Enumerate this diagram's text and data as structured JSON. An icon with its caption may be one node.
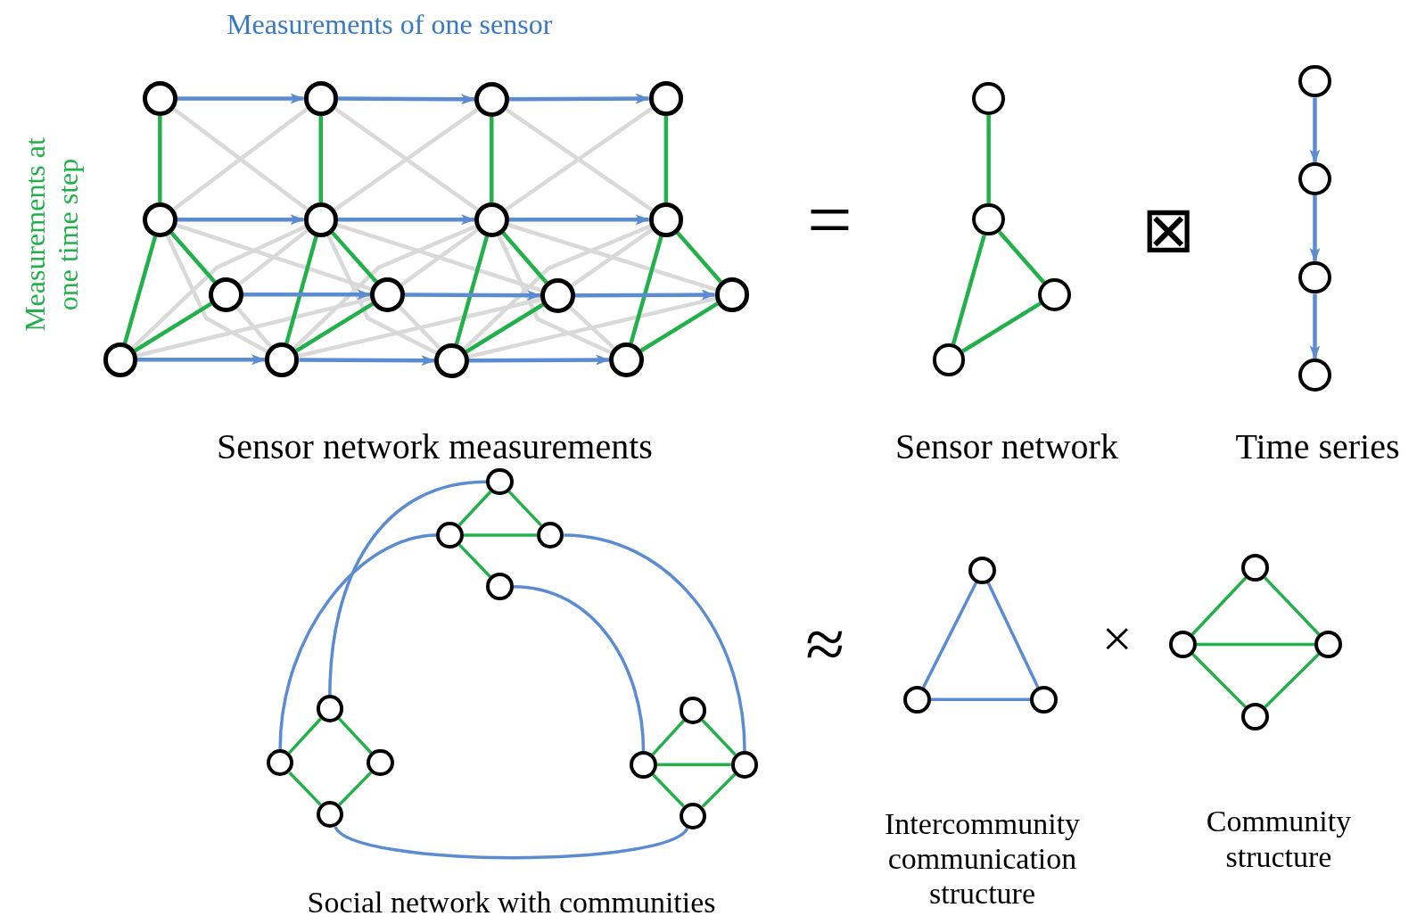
{
  "diagram": {
    "nodes": [
      {
        "text": [],
        "shape": "circle"
      },
      {
        "text": [],
        "shape": "circle"
      },
      {
        "text": [],
        "shape": "circle"
      },
      {
        "text": [],
        "shape": "circle"
      },
      {
        "text": [],
        "shape": "circle"
      },
      {
        "text": [],
        "shape": "circle"
      },
      {
        "text": [],
        "shape": "circle"
      },
      {
        "text": [],
        "shape": "circle"
      },
      {
        "text": [],
        "shape": "circle"
      },
      {
        "text": [],
        "shape": "circle"
      },
      {
        "text": [],
        "shape": "circle"
      },
      {
        "text": [],
        "shape": "circle"
      },
      {
        "text": [],
        "shape": "circle"
      },
      {
        "text": [],
        "shape": "circle"
      },
      {
        "text": [],
        "shape": "circle"
      },
      {
        "text": [],
        "shape": "circle"
      },
      {
        "text": [],
        "shape": "circle"
      },
      {
        "text": [],
        "shape": "circle"
      },
      {
        "text": [],
        "shape": "circle"
      },
      {
        "text": [],
        "shape": "circle"
      },
      {
        "text": [],
        "shape": "circle"
      },
      {
        "text": [],
        "shape": "circle"
      },
      {
        "text": [],
        "shape": "circle"
      },
      {
        "text": [],
        "shape": "circle"
      },
      {
        "text": [],
        "shape": "circle"
      },
      {
        "text": [],
        "shape": "circle"
      },
      {
        "text": [],
        "shape": "circle"
      },
      {
        "text": [],
        "shape": "circle"
      },
      {
        "text": [],
        "shape": "circle"
      },
      {
        "text": [],
        "shape": "circle"
      },
      {
        "text": [],
        "shape": "circle"
      },
      {
        "text": [],
        "shape": "circle"
      },
      {
        "text": [],
        "shape": "circle"
      },
      {
        "text": [],
        "shape": "circle"
      },
      {
        "text": [],
        "shape": "circle"
      },
      {
        "text": [],
        "shape": "circle"
      },
      {
        "text": [],
        "shape": "circle"
      },
      {
        "text": [],
        "shape": "circle"
      },
      {
        "text": [],
        "shape": "circle"
      },
      {
        "text": [],
        "shape": "circle"
      },
      {
        "text": [],
        "shape": "circle"
      },
      {
        "text": [],
        "shape": "circle"
      },
      {
        "text": [],
        "shape": "circle"
      }
    ],
    "edges": [
      {
        "from": 0,
        "to": 5,
        "arrow": "none",
        "color": "#d9d9d9"
      },
      {
        "from": 1,
        "to": 4,
        "arrow": "none",
        "color": "#d9d9d9"
      },
      {
        "from": 1,
        "to": 6,
        "arrow": "none",
        "color": "#d9d9d9"
      },
      {
        "from": 2,
        "to": 5,
        "arrow": "none",
        "color": "#d9d9d9"
      },
      {
        "from": 1,
        "to": 7,
        "arrow": "none",
        "color": "#d9d9d9"
      },
      {
        "from": 3,
        "to": 5,
        "arrow": "none",
        "color": "#d9d9d9"
      },
      {
        "from": 2,
        "to": 7,
        "arrow": "none",
        "color": "#d9d9d9"
      },
      {
        "from": 3,
        "to": 6,
        "arrow": "none",
        "color": "#d9d9d9"
      },
      {
        "from": 4,
        "to": 9,
        "arrow": "none",
        "color": "#d9d9d9"
      },
      {
        "from": 5,
        "to": 8,
        "arrow": "none",
        "color": "#d9d9d9"
      },
      {
        "from": 5,
        "to": 10,
        "arrow": "none",
        "color": "#d9d9d9"
      },
      {
        "from": 6,
        "to": 9,
        "arrow": "none",
        "color": "#d9d9d9"
      },
      {
        "from": 5,
        "to": 11,
        "arrow": "none",
        "color": "#d9d9d9"
      },
      {
        "from": 7,
        "to": 9,
        "arrow": "none",
        "color": "#d9d9d9"
      },
      {
        "from": 6,
        "to": 11,
        "arrow": "none",
        "color": "#d9d9d9"
      },
      {
        "from": 7,
        "to": 10,
        "arrow": "none",
        "color": "#d9d9d9"
      },
      {
        "from": 8,
        "to": 13,
        "arrow": "none",
        "color": "#d9d9d9"
      },
      {
        "from": 9,
        "to": 12,
        "arrow": "none",
        "color": "#d9d9d9"
      },
      {
        "from": 9,
        "to": 14,
        "arrow": "none",
        "color": "#d9d9d9"
      },
      {
        "from": 10,
        "to": 13,
        "arrow": "none",
        "color": "#d9d9d9"
      },
      {
        "from": 9,
        "to": 15,
        "arrow": "none",
        "color": "#d9d9d9"
      },
      {
        "from": 11,
        "to": 13,
        "arrow": "none",
        "color": "#d9d9d9"
      },
      {
        "from": 10,
        "to": 15,
        "arrow": "none",
        "color": "#d9d9d9"
      },
      {
        "from": 11,
        "to": 14,
        "arrow": "none",
        "color": "#d9d9d9"
      },
      {
        "from": 0,
        "to": 1,
        "arrow": "none"
      },
      {
        "from": 1,
        "to": 2,
        "arrow": "none"
      },
      {
        "from": 1,
        "to": 3,
        "arrow": "none"
      },
      {
        "from": 2,
        "to": 3,
        "arrow": "none"
      },
      {
        "from": 4,
        "to": 5,
        "arrow": "none"
      },
      {
        "from": 5,
        "to": 6,
        "arrow": "none"
      },
      {
        "from": 5,
        "to": 7,
        "arrow": "none"
      },
      {
        "from": 6,
        "to": 7,
        "arrow": "none"
      },
      {
        "from": 8,
        "to": 9,
        "arrow": "none"
      },
      {
        "from": 9,
        "to": 10,
        "arrow": "none"
      },
      {
        "from": 9,
        "to": 11,
        "arrow": "none"
      },
      {
        "from": 10,
        "to": 11,
        "arrow": "none"
      },
      {
        "from": 12,
        "to": 13,
        "arrow": "none"
      },
      {
        "from": 13,
        "to": 14,
        "arrow": "none"
      },
      {
        "from": 13,
        "to": 15,
        "arrow": "none"
      },
      {
        "from": 14,
        "to": 15,
        "arrow": "none"
      },
      {
        "from": 0,
        "to": 4,
        "arrow": "to",
        "color": "#5b8bd0"
      },
      {
        "from": 1,
        "to": 5,
        "arrow": "to",
        "color": "#5b8bd0"
      },
      {
        "from": 2,
        "to": 6,
        "arrow": "to",
        "color": "#5b8bd0"
      },
      {
        "from": 3,
        "to": 7,
        "arrow": "to",
        "color": "#5b8bd0"
      },
      {
        "from": 4,
        "to": 8,
        "arrow": "to",
        "color": "#5b8bd0"
      },
      {
        "from": 5,
        "to": 9,
        "arrow": "to",
        "color": "#5b8bd0"
      },
      {
        "from": 6,
        "to": 10,
        "arrow": "to",
        "color": "#5b8bd0"
      },
      {
        "from": 7,
        "to": 11,
        "arrow": "to",
        "color": "#5b8bd0"
      },
      {
        "from": 8,
        "to": 12,
        "arrow": "to",
        "color": "#5b8bd0"
      },
      {
        "from": 9,
        "to": 13,
        "arrow": "to",
        "color": "#5b8bd0"
      },
      {
        "from": 10,
        "to": 14,
        "arrow": "to",
        "color": "#5b8bd0"
      },
      {
        "from": 11,
        "to": 15,
        "arrow": "to",
        "color": "#5b8bd0"
      },
      {
        "from": 16,
        "to": 17,
        "arrow": "none"
      },
      {
        "from": 17,
        "to": 18,
        "arrow": "none"
      },
      {
        "from": 17,
        "to": 19,
        "arrow": "none"
      },
      {
        "from": 18,
        "to": 19,
        "arrow": "none"
      },
      {
        "from": 20,
        "to": 21,
        "arrow": "to",
        "color": "#5b8bd0"
      },
      {
        "from": 21,
        "to": 22,
        "arrow": "to",
        "color": "#5b8bd0"
      },
      {
        "from": 22,
        "to": 23,
        "arrow": "to",
        "color": "#5b8bd0"
      },
      {
        "from": 24,
        "to": 25,
        "arrow": "none"
      },
      {
        "from": 24,
        "to": 26,
        "arrow": "none"
      },
      {
        "from": 25,
        "to": 26,
        "arrow": "none"
      },
      {
        "from": 25,
        "to": 27,
        "arrow": "none"
      },
      {
        "from": 28,
        "to": 29,
        "arrow": "none"
      },
      {
        "from": 28,
        "to": 30,
        "arrow": "none"
      },
      {
        "from": 29,
        "to": 31,
        "arrow": "none"
      },
      {
        "from": 30,
        "to": 31,
        "arrow": "none"
      },
      {
        "from": 32,
        "to": 33,
        "arrow": "none"
      },
      {
        "from": 32,
        "to": 34,
        "arrow": "none"
      },
      {
        "from": 33,
        "to": 34,
        "arrow": "none"
      },
      {
        "from": 33,
        "to": 35,
        "arrow": "none"
      },
      {
        "from": 34,
        "to": 35,
        "arrow": "none"
      },
      {
        "from": 24,
        "to": 28,
        "arrow": "none",
        "color": "#5b8bd0"
      },
      {
        "from": 25,
        "to": 29,
        "arrow": "none",
        "color": "#5b8bd0"
      },
      {
        "from": 26,
        "to": 34,
        "arrow": "none",
        "color": "#5b8bd0"
      },
      {
        "from": 27,
        "to": 33,
        "arrow": "none",
        "color": "#5b8bd0"
      },
      {
        "from": 31,
        "to": 35,
        "arrow": "none",
        "color": "#5b8bd0"
      },
      {
        "from": 36,
        "to": 37,
        "arrow": "none",
        "color": "#5b8bd0"
      },
      {
        "from": 36,
        "to": 38,
        "arrow": "none",
        "color": "#5b8bd0"
      },
      {
        "from": 37,
        "to": 38,
        "arrow": "none",
        "color": "#5b8bd0"
      },
      {
        "from": 39,
        "to": 40,
        "arrow": "none"
      },
      {
        "from": 39,
        "to": 41,
        "arrow": "none"
      },
      {
        "from": 40,
        "to": 41,
        "arrow": "none"
      },
      {
        "from": 40,
        "to": 42,
        "arrow": "none"
      },
      {
        "from": 41,
        "to": 42,
        "arrow": "none"
      }
    ],
    "labels": [
      "Measurements of one sensor",
      "Measurements at one time step",
      "=",
      "⊠",
      "Sensor network measurements",
      "Sensor network",
      "Time series",
      "≈",
      "×",
      "Social network with communities",
      "Intercommunity communication structure",
      "Community structure"
    ]
  }
}
